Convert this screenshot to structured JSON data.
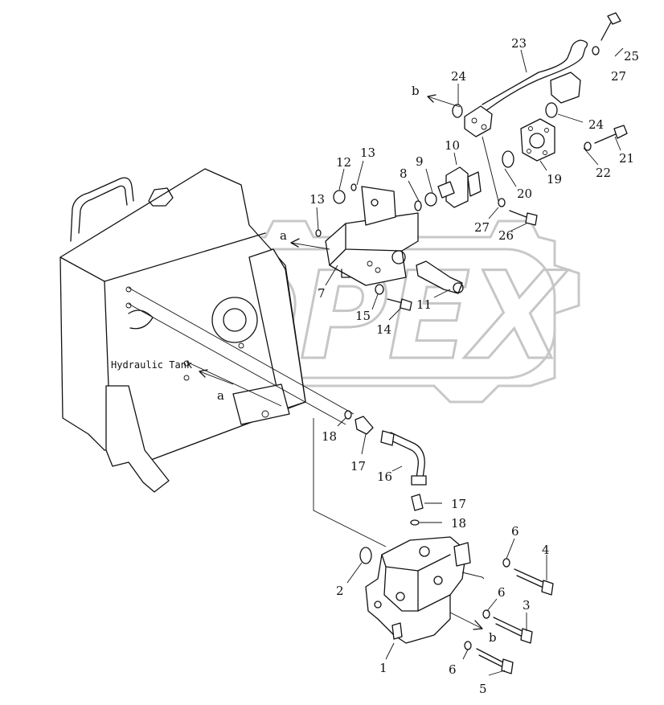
{
  "diagram": {
    "tank_label": "Hydraulic Tank",
    "flow_markers": {
      "a_upper": "a",
      "a_lower": "a",
      "b_upper": "b",
      "b_lower": "b"
    },
    "part_numbers": {
      "p1": "1",
      "p2": "2",
      "p3": "3",
      "p4": "4",
      "p5": "5",
      "p6a": "6",
      "p6b": "6",
      "p6c": "6",
      "p7": "7",
      "p8": "8",
      "p9": "9",
      "p10": "10",
      "p11": "11",
      "p12": "12",
      "p13a": "13",
      "p13b": "13",
      "p14": "14",
      "p15": "15",
      "p16": "16",
      "p17a": "17",
      "p17b": "17",
      "p18a": "18",
      "p18b": "18",
      "p19": "19",
      "p20": "20",
      "p21": "21",
      "p22": "22",
      "p23": "23",
      "p24a": "24",
      "p24b": "24",
      "p25": "25",
      "p26": "26",
      "p27a": "27",
      "p27b": "27"
    },
    "watermark": "OPEX"
  }
}
